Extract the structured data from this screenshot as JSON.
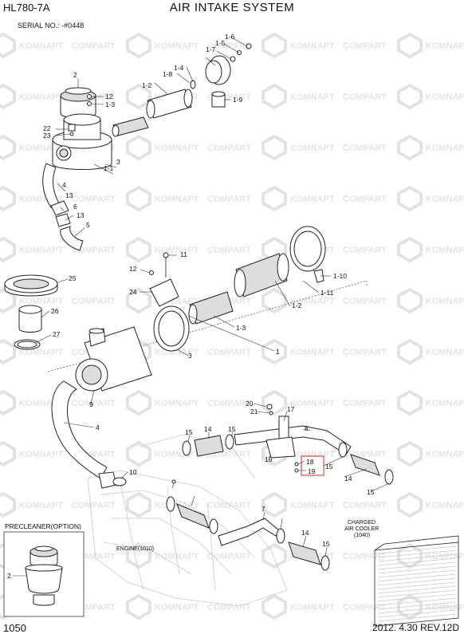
{
  "header": {
    "model": "HL780-7A",
    "title": "AIR INTAKE SYSTEM",
    "serial": "SERIAL NO.: -#0448"
  },
  "footer": {
    "page": "1050",
    "revision": "2012. 4.30 REV.12D"
  },
  "watermark": {
    "left_text": "KOMNAPT",
    "right_text": "COMPART"
  },
  "callouts": {
    "c1_6": "1-6",
    "c1_5": "1-5",
    "c1_7": "1-7",
    "c1_4": "1-4",
    "c1_8": "1-8",
    "c1_2a": "1-2",
    "c1_9": "1-9",
    "c2a": "2",
    "c12a": "12",
    "c1_3a": "1-3",
    "c22": "22",
    "c23": "23",
    "c3a": "3",
    "c1_1a": "1-1",
    "c4a": "4",
    "c13a": "13",
    "c6": "6",
    "c13b": "13",
    "c5": "5",
    "c11": "11",
    "c12b": "12",
    "c24": "24",
    "c25": "25",
    "c26": "26",
    "c27": "27",
    "c1_10": "1-10",
    "c1_11": "1-11",
    "c1_2b": "1-2",
    "c1_3b": "1-3",
    "c1b": "1",
    "c3b": "3",
    "c9": "9",
    "c4b": "4",
    "c10": "10",
    "c20": "20",
    "c21": "21",
    "c17": "17",
    "c8": "8",
    "c15a": "15",
    "c14a": "14",
    "c15b": "15",
    "c16": "16",
    "c18": "18",
    "c19": "19",
    "c15c": "15",
    "c14b": "14",
    "c15d": "15",
    "c7": "7",
    "c14c": "14",
    "c15e": "15",
    "c2b": "2"
  },
  "notes": {
    "charged": "CHARGED",
    "air_cooler": "AIR COOLER",
    "ref_1040": "(1040)",
    "engine": "ENGINE(1010)"
  },
  "precleaner": {
    "label": "PRECLEANER(OPTION)"
  }
}
